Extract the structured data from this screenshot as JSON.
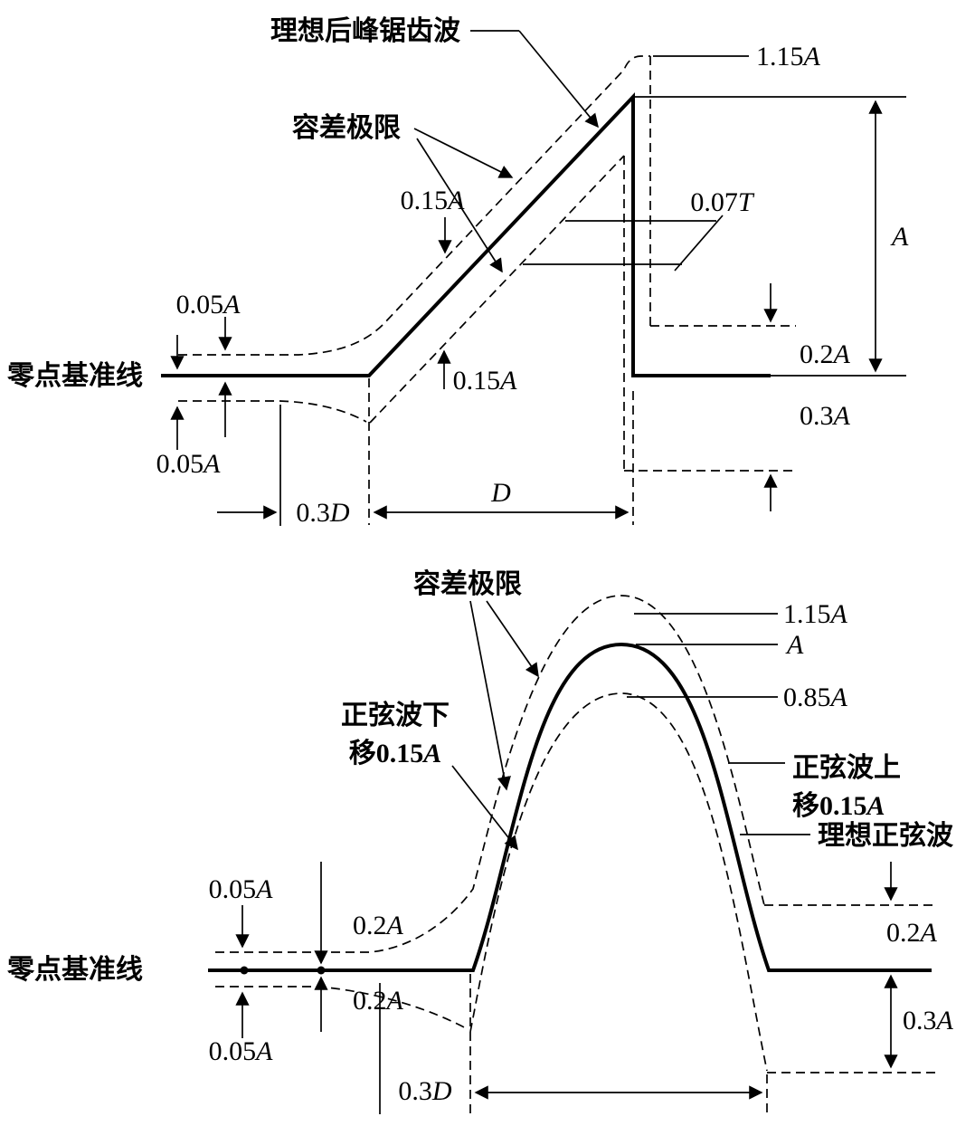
{
  "figure": {
    "colors": {
      "background": "#ffffff",
      "ink": "#000000"
    },
    "top": {
      "title": "理想后峰锯齿波",
      "tolerance": "容差极限",
      "zero_baseline": "零点基准线",
      "d115": {
        "num": "1.15",
        "var": "A"
      },
      "dA": {
        "num": "",
        "var": "A"
      },
      "d015u": {
        "num": "0.15",
        "var": "A"
      },
      "d015l": {
        "num": "0.15",
        "var": "A"
      },
      "d007": {
        "num": "0.07",
        "var": "T"
      },
      "d005u": {
        "num": "0.05",
        "var": "A"
      },
      "d005l": {
        "num": "0.05",
        "var": "A"
      },
      "d02": {
        "num": "0.2",
        "var": "A"
      },
      "d03": {
        "num": "0.3",
        "var": "A"
      },
      "d03d": {
        "num": "0.3",
        "var": "D"
      },
      "dD": {
        "num": "",
        "var": "D"
      }
    },
    "bottom": {
      "tolerance": "容差极限",
      "shift_down1": "正弦波下",
      "shift_down2": {
        "num": "移0.15",
        "var": "A"
      },
      "shift_up1": "正弦波上",
      "shift_up2": {
        "num": "移0.15",
        "var": "A"
      },
      "ideal_sine": "理想正弦波",
      "zero_baseline": "零点基准线",
      "d115": {
        "num": "1.15",
        "var": "A"
      },
      "dA": {
        "num": "",
        "var": "A"
      },
      "d085": {
        "num": "0.85",
        "var": "A"
      },
      "d02r": {
        "num": "0.2",
        "var": "A"
      },
      "d03r": {
        "num": "0.3",
        "var": "A"
      },
      "d005u": {
        "num": "0.05",
        "var": "A"
      },
      "d005l": {
        "num": "0.05",
        "var": "A"
      },
      "d02u": {
        "num": "0.2",
        "var": "A"
      },
      "d02l": {
        "num": "0.2",
        "var": "A"
      },
      "d03d": {
        "num": "0.3",
        "var": "D"
      }
    }
  }
}
